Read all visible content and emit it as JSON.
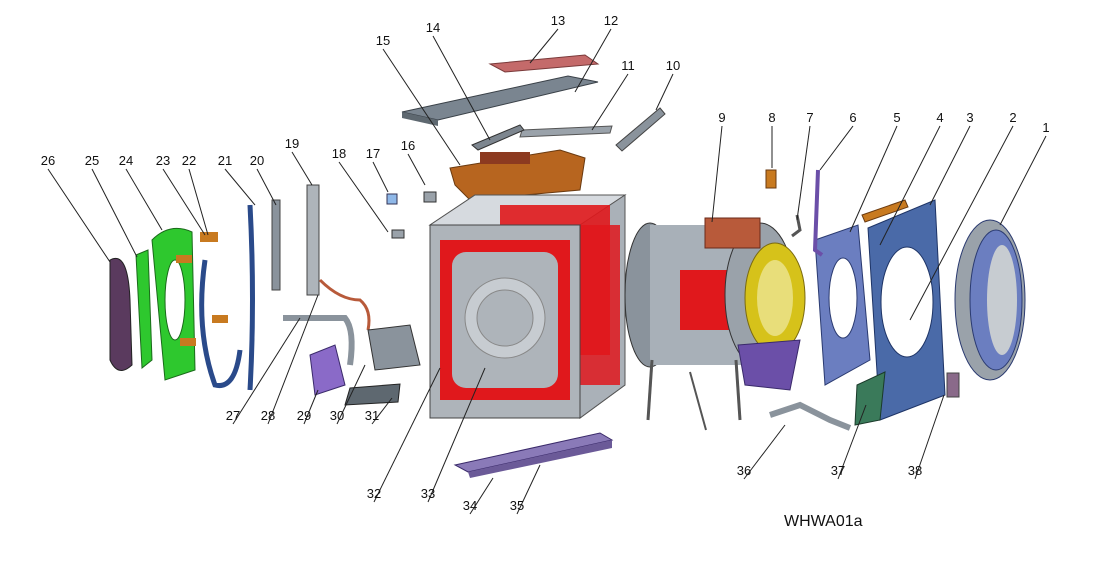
{
  "diagram": {
    "drawing_code": "WHWA01a",
    "callouts": [
      "1",
      "2",
      "3",
      "4",
      "5",
      "6",
      "7",
      "8",
      "9",
      "10",
      "11",
      "12",
      "13",
      "14",
      "15",
      "16",
      "17",
      "18",
      "19",
      "20",
      "21",
      "22",
      "23",
      "24",
      "25",
      "26",
      "27",
      "28",
      "29",
      "30",
      "31",
      "32",
      "33",
      "34",
      "35",
      "36",
      "37",
      "38"
    ]
  },
  "colors": {
    "cabinet_red": "#e0181c",
    "cabinet_grey": "#b9bec4",
    "door_blue": "#4a6aa8",
    "gasket_yellow": "#d6c21a",
    "green_part": "#2ec82e",
    "purple_part": "#6b4fa8",
    "dark_purple": "#5a3a5e",
    "brown_part": "#b85a3a",
    "copper": "#c87a20"
  }
}
